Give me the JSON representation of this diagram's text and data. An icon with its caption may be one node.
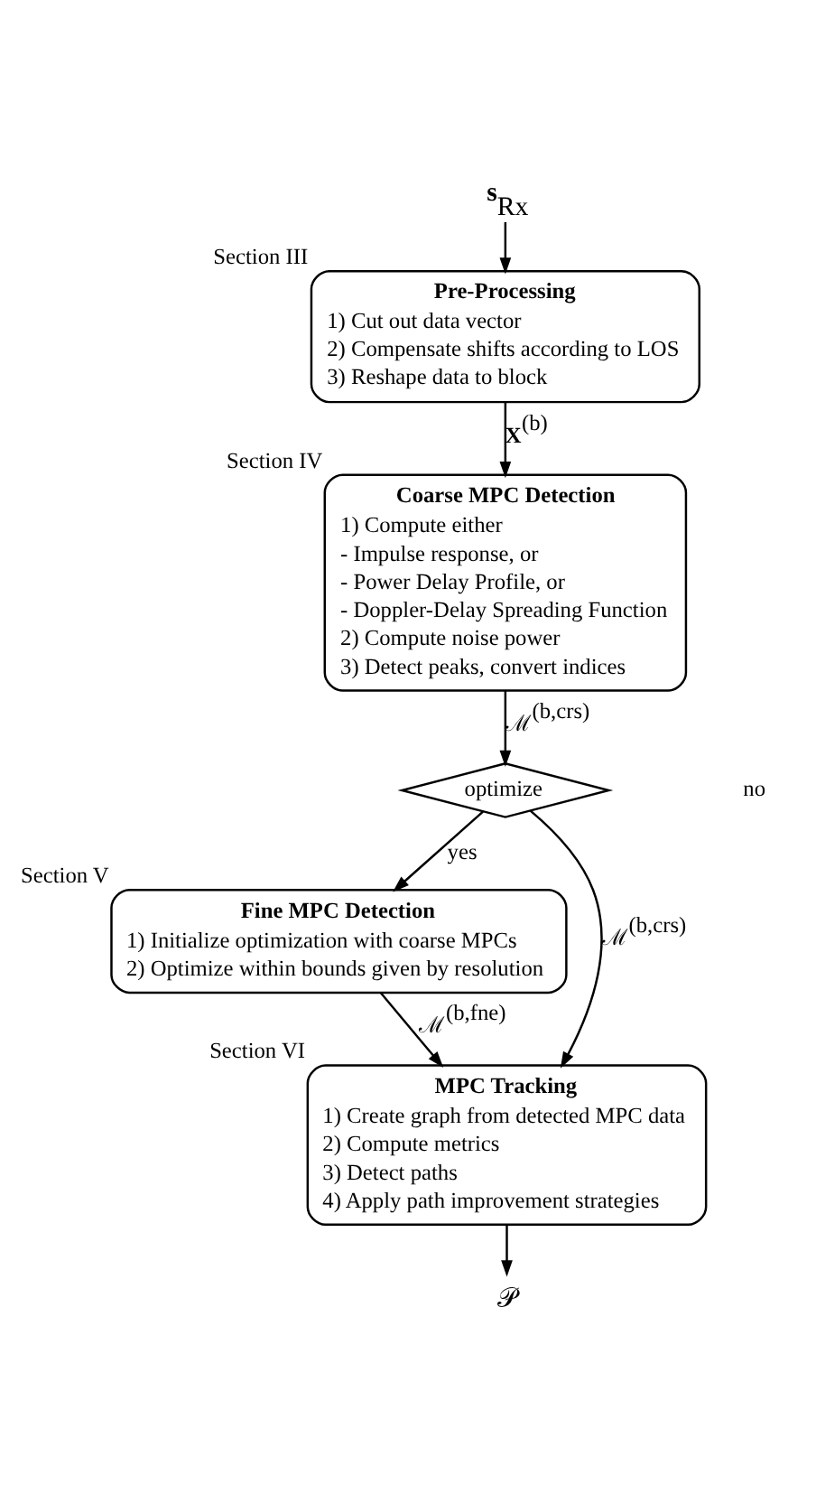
{
  "diagram": {
    "nodes": [
      {
        "text": [
          "**s**$_{Rx}$"
        ]
      },
      {
        "text": [
          "Pre-Processing",
          "1) Cut out data vector",
          "2) Compensate shifts according to LOS",
          "3) Reshape data to block"
        ],
        "beside": [
          "Section III"
        ]
      },
      {
        "text": [
          "Coarse MPC Detection",
          "1) Compute either",
          "- Impulse response, or",
          "- Power Delay Profile, or",
          "- Doppler-Delay Spreading Function",
          "2) Compute noise power",
          "3) Detect peaks, convert indices"
        ],
        "beside": [
          "Section IV"
        ]
      },
      {
        "text": [
          "optimize"
        ]
      },
      {
        "text": [
          "Fine MPC Detection",
          "1) Initialize optimization with coarse MPCs",
          "2) Optimize within bounds given by resolution"
        ],
        "beside": [
          "Section V"
        ]
      },
      {
        "text": [
          "MPC Tracking",
          "1) Create graph from detected MPC data",
          "2) Compute metrics",
          "3) Detect paths",
          "4) Apply path improvement strategies"
        ],
        "beside": [
          "Section VI"
        ]
      },
      {
        "text": [
          "𝒫"
        ]
      }
    ],
    "edges": [
      {
        "from": 0,
        "to": 1,
        "arrow": "to"
      },
      {
        "from": 1,
        "to": 2,
        "arrow": "to",
        "label": "**X**$^{(b)}$"
      },
      {
        "from": 2,
        "to": 3,
        "arrow": "to",
        "label": "ℳ$^{(b,crs)}$"
      },
      {
        "from": 3,
        "to": 4,
        "arrow": "to",
        "label": "yes"
      },
      {
        "from": 3,
        "to": 5,
        "arrow": "to",
        "label": "ℳ$^{(b,crs)}$"
      },
      {
        "from": 4,
        "to": 5,
        "arrow": "to",
        "label": "ℳ$^{(b,fne)}$"
      },
      {
        "from": 5,
        "to": 6,
        "arrow": "to"
      }
    ],
    "labels": [
      "no"
    ]
  }
}
